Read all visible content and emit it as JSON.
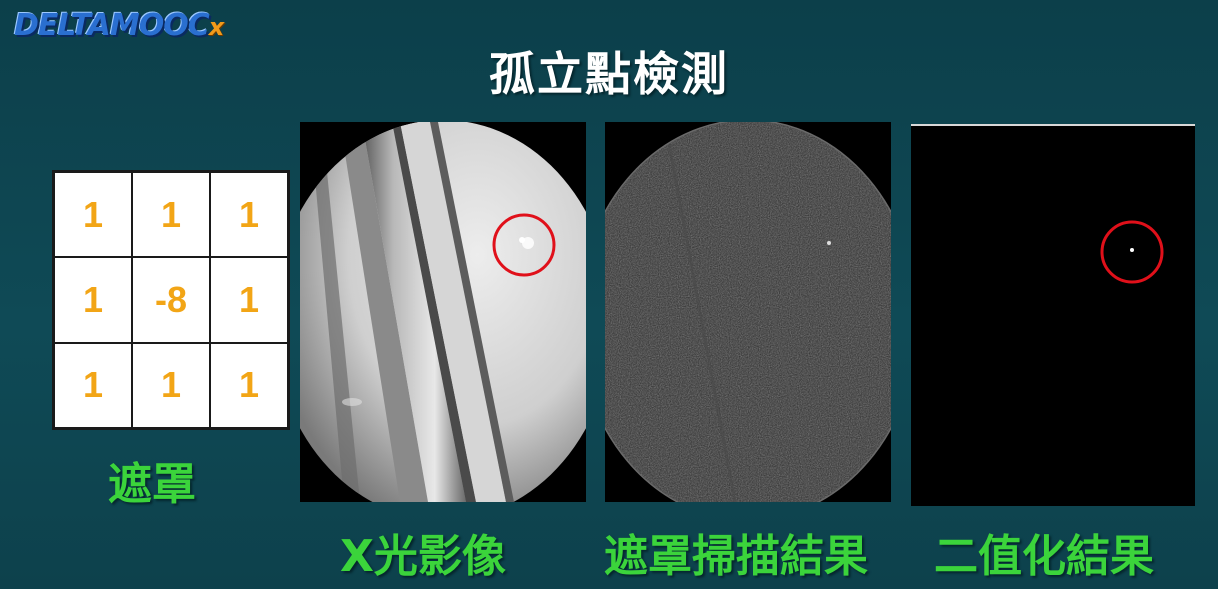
{
  "logo": {
    "main": "DELTAMOOC",
    "suffix": "x"
  },
  "title": "孤立點檢測",
  "mask": {
    "cells": [
      "1",
      "1",
      "1",
      "1",
      "-8",
      "1",
      "1",
      "1",
      "1"
    ],
    "caption": "遮罩"
  },
  "panels": [
    {
      "caption": "X光影像"
    },
    {
      "caption": "遮罩掃描結果"
    },
    {
      "caption": "二值化結果"
    }
  ],
  "colors": {
    "background": "#0e4450",
    "title": "#ffffff",
    "mask_digits": "#f2a516",
    "captions": "#3bd43b",
    "highlight_circle": "#e0101a"
  }
}
